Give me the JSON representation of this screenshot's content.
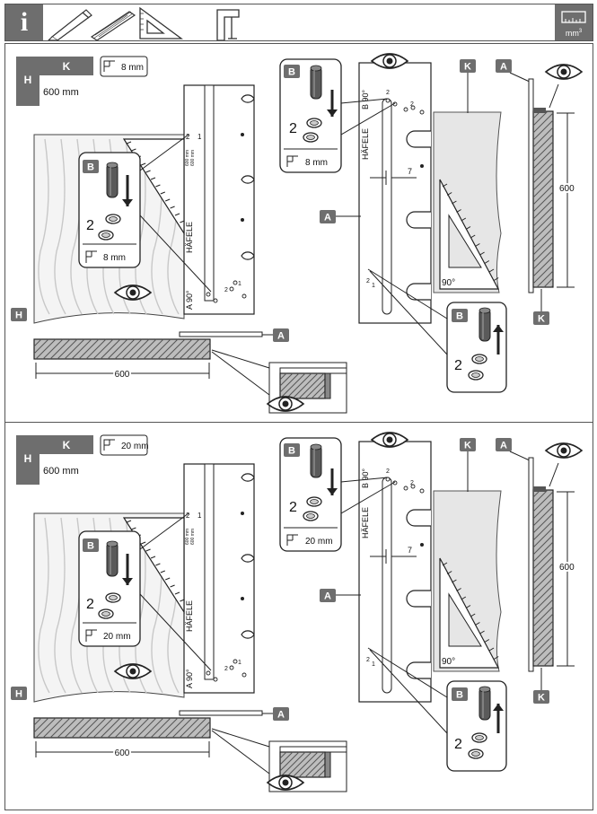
{
  "header": {
    "info_glyph": "i",
    "unit_label": "mm",
    "unit_sup": "3",
    "tools": [
      "pencil-icon",
      "wood-board-icon",
      "set-square-icon",
      "clamp-icon"
    ]
  },
  "panels": [
    {
      "legend": {
        "h": "H",
        "k": "K",
        "thickness": "8 mm",
        "height": "600 mm"
      },
      "callout_thickness": "8 mm",
      "labels": {
        "a": "A",
        "b": "B",
        "h": "H",
        "k": "K"
      },
      "angle_a": "A 90°",
      "angle_b": "B 90°",
      "angle": "90°",
      "brand": "HÄFELE",
      "dim_600": "600",
      "dim_7": "7",
      "num1": "1",
      "num2": "2",
      "tiny1": "600 mm",
      "tiny2": "600 mm"
    },
    {
      "legend": {
        "h": "H",
        "k": "K",
        "thickness": "20 mm",
        "height": "600 mm"
      },
      "callout_thickness": "20 mm",
      "labels": {
        "a": "A",
        "b": "B",
        "h": "H",
        "k": "K"
      },
      "angle_a": "A 90°",
      "angle_b": "B 90°",
      "angle": "90°",
      "brand": "HÄFELE",
      "dim_600": "600",
      "dim_7": "7",
      "num1": "1",
      "num2": "2",
      "tiny1": "600 mm",
      "tiny2": "600 mm"
    }
  ],
  "colors": {
    "badge": "#6e6e6e",
    "line": "#222222",
    "fill_light": "#e6e6e6",
    "hatch": "#888888"
  }
}
